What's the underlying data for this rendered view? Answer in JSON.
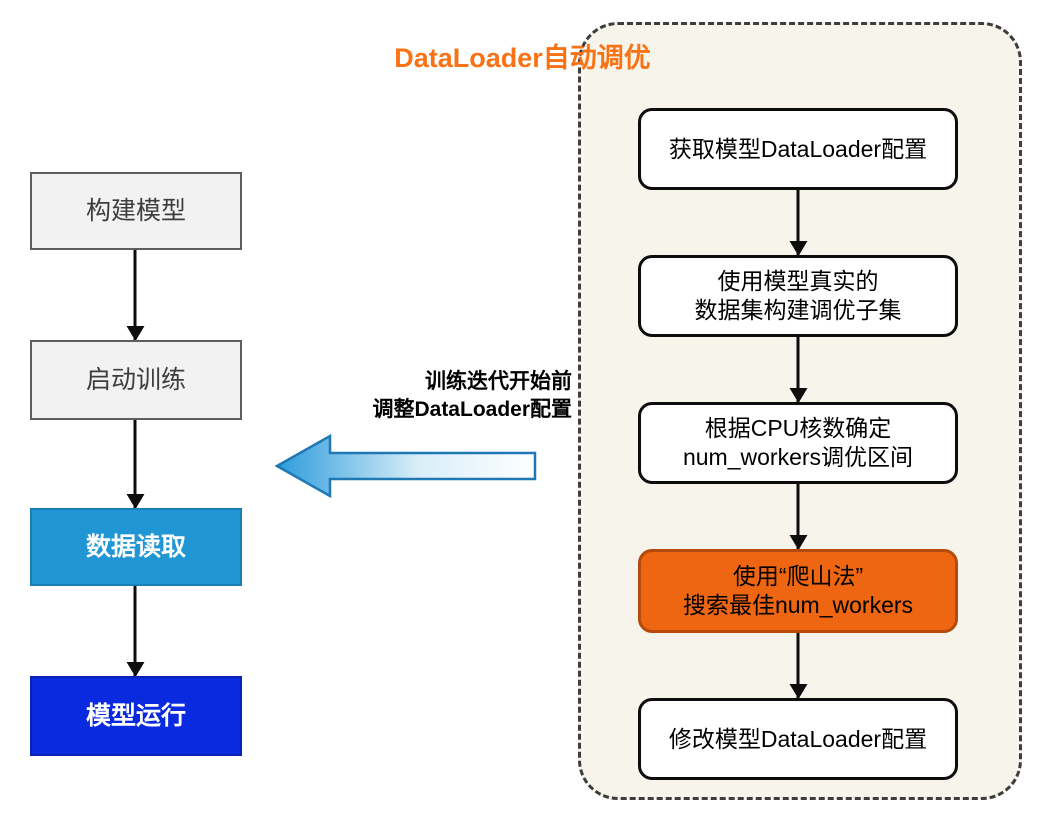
{
  "left_flow": {
    "steps": [
      {
        "label": "构建模型",
        "style": "grey"
      },
      {
        "label": "启动训练",
        "style": "grey"
      },
      {
        "label": "数据读取",
        "style": "lightblue"
      },
      {
        "label": "模型运行",
        "style": "darkblue"
      }
    ],
    "colors": {
      "grey_fill": "#f2f2f2",
      "grey_border": "#5e5e5e",
      "lightblue_fill": "#2196d4",
      "darkblue_fill": "#0a2ae0",
      "connector": "#0d0d0d"
    }
  },
  "center": {
    "caption": "训练迭代开始前\n调整DataLoader配置",
    "arrow_direction": "left",
    "arrow_gradient_from": "#ffffff",
    "arrow_gradient_to": "#2d9cdb",
    "arrow_border": "#1f78b4"
  },
  "panel": {
    "title": "DataLoader自动调优",
    "title_color": "#f97316",
    "background": "#f7f4ec",
    "border_color": "#3d3d3d",
    "border_style": "dashed",
    "steps": [
      {
        "label": "获取模型DataLoader配置",
        "style": "white"
      },
      {
        "label": "使用模型真实的\n数据集构建调优子集",
        "style": "white"
      },
      {
        "label": "根据CPU核数确定\nnum_workers调优区间",
        "style": "white"
      },
      {
        "label": "使用“爬山法”\n搜索最佳num_workers",
        "style": "orange"
      },
      {
        "label": "修改模型DataLoader配置",
        "style": "white"
      }
    ],
    "highlight_color": "#ee6611"
  }
}
